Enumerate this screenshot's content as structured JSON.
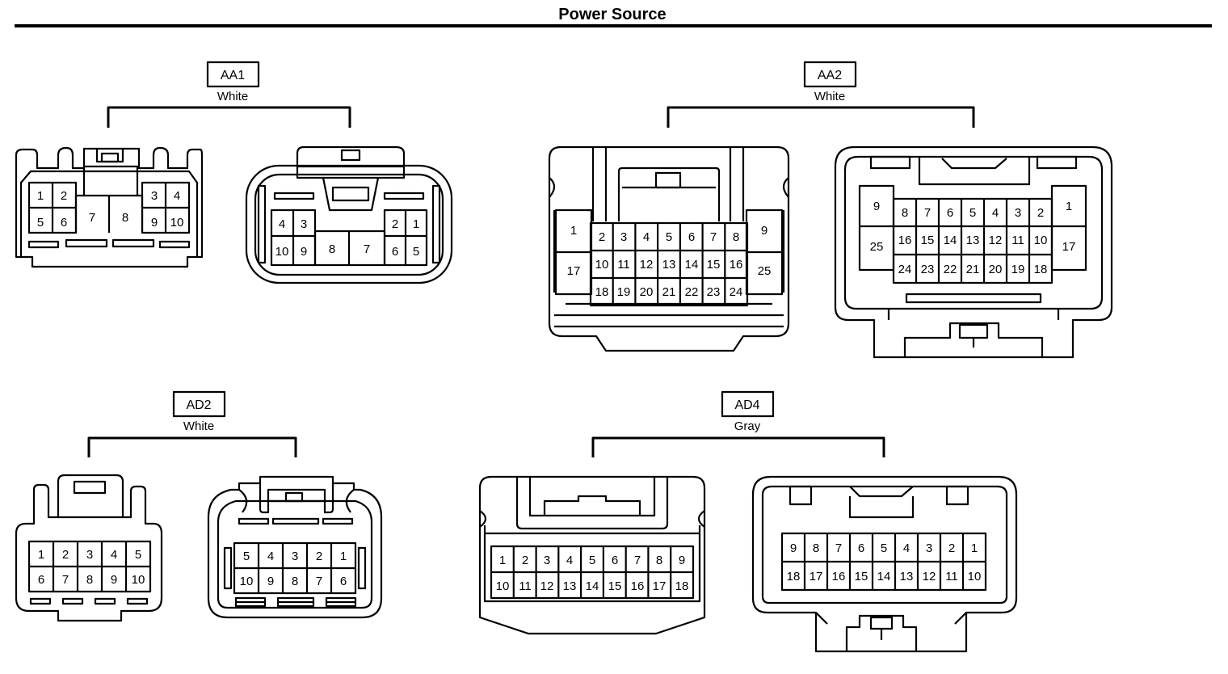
{
  "title": "Power Source",
  "colors": {
    "ink": "#000000",
    "background": "#ffffff"
  },
  "connectors": [
    {
      "id": "AA1",
      "color": "White",
      "views": [
        {
          "pins": [
            "1",
            "2",
            "3",
            "4",
            "5",
            "6",
            "7",
            "8",
            "9",
            "10"
          ]
        },
        {
          "pins": [
            "4",
            "3",
            "2",
            "1",
            "10",
            "9",
            "8",
            "7",
            "6",
            "5"
          ]
        }
      ]
    },
    {
      "id": "AA2",
      "color": "White",
      "views": [
        {
          "pins": [
            "1",
            "2",
            "3",
            "4",
            "5",
            "6",
            "7",
            "8",
            "9",
            "17",
            "10",
            "11",
            "12",
            "13",
            "14",
            "15",
            "16",
            "25",
            "18",
            "19",
            "20",
            "21",
            "22",
            "23",
            "24"
          ]
        },
        {
          "pins": [
            "9",
            "8",
            "7",
            "6",
            "5",
            "4",
            "3",
            "2",
            "1",
            "25",
            "16",
            "15",
            "14",
            "13",
            "12",
            "11",
            "10",
            "17",
            "24",
            "23",
            "22",
            "21",
            "20",
            "19",
            "18"
          ]
        }
      ]
    },
    {
      "id": "AD2",
      "color": "White",
      "views": [
        {
          "pins": [
            "1",
            "2",
            "3",
            "4",
            "5",
            "6",
            "7",
            "8",
            "9",
            "10"
          ]
        },
        {
          "pins": [
            "5",
            "4",
            "3",
            "2",
            "1",
            "10",
            "9",
            "8",
            "7",
            "6"
          ]
        }
      ]
    },
    {
      "id": "AD4",
      "color": "Gray",
      "views": [
        {
          "pins": [
            "1",
            "2",
            "3",
            "4",
            "5",
            "6",
            "7",
            "8",
            "9",
            "10",
            "11",
            "12",
            "13",
            "14",
            "15",
            "16",
            "17",
            "18"
          ]
        },
        {
          "pins": [
            "9",
            "8",
            "7",
            "6",
            "5",
            "4",
            "3",
            "2",
            "1",
            "18",
            "17",
            "16",
            "15",
            "14",
            "13",
            "12",
            "11",
            "10"
          ]
        }
      ]
    }
  ]
}
